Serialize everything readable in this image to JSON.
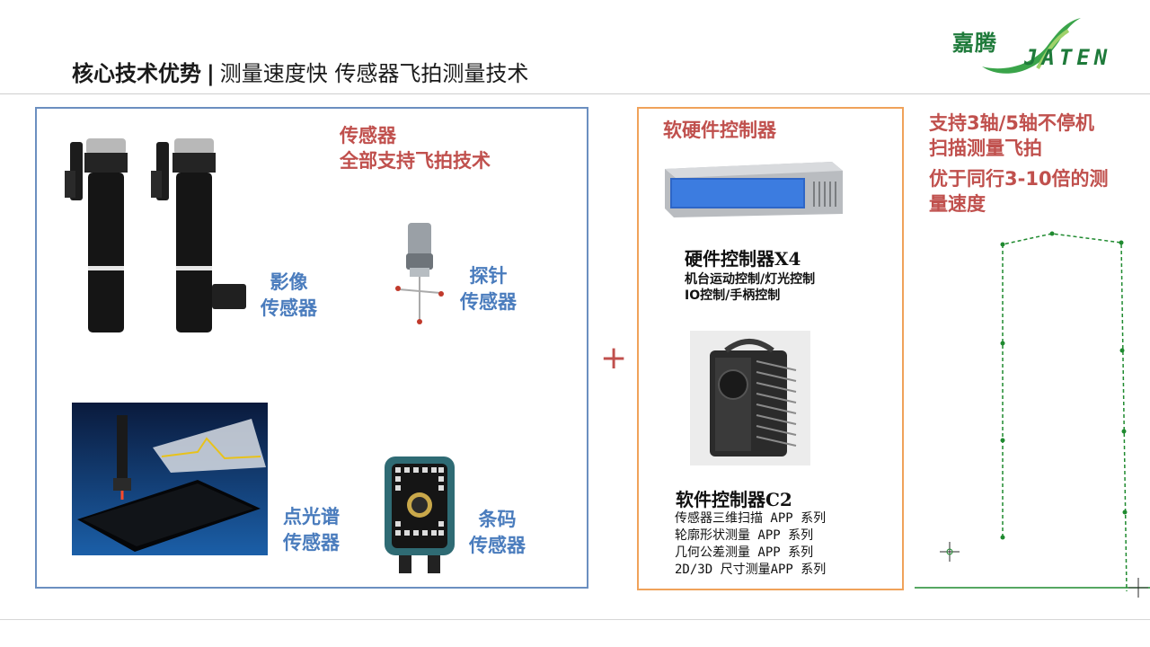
{
  "header": {
    "title_bold": "核心技术优势",
    "separator": "|",
    "title_rest": "测量速度快 传感器飞拍测量技术"
  },
  "logo": {
    "chinese": "嘉腾",
    "english": "JATEN"
  },
  "left_panel": {
    "heading_line1": "传感器",
    "heading_line2": "全部支持飞拍技术",
    "sensors": [
      {
        "line1": "影像",
        "line2": "传感器"
      },
      {
        "line1": "探针",
        "line2": "传感器"
      },
      {
        "line1": "点光谱",
        "line2": "传感器"
      },
      {
        "line1": "条码",
        "line2": "传感器"
      }
    ]
  },
  "plus_sign": "+",
  "middle_panel": {
    "heading": "软硬件控制器",
    "hardware": {
      "title": "硬件控制器X4",
      "lines": [
        "机台运动控制/灯光控制",
        "IO控制/手柄控制"
      ]
    },
    "software": {
      "title": "软件控制器C2",
      "apps": [
        "传感器三维扫描 APP 系列",
        "轮廓形状测量 APP 系列",
        "几何公差测量 APP 系列",
        "2D/3D 尺寸测量APP 系列"
      ]
    }
  },
  "right_panel": {
    "line1": "支持3轴/5轴不停机",
    "line2": "扫描测量飞拍",
    "line3": "优于同行3-10倍的测",
    "line4": "量速度"
  },
  "colors": {
    "accent_red": "#c0504d",
    "accent_blue": "#4a7cbd",
    "box_blue": "#6b8fc0",
    "box_orange": "#f0a25a",
    "logo_green": "#1e7a3a"
  }
}
